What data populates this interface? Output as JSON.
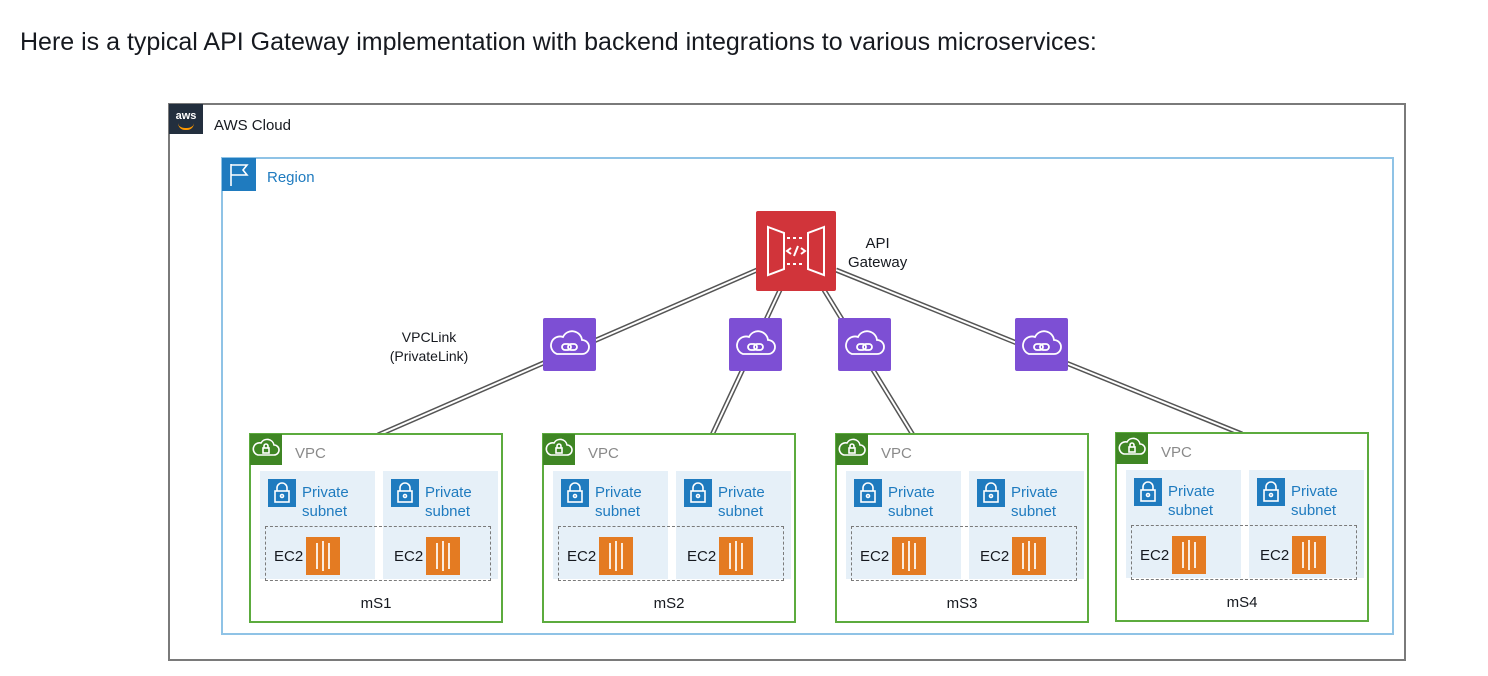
{
  "intro_text": "Here is a typical API Gateway implementation with backend integrations to various microservices:",
  "diagram": {
    "cloud_label": "AWS Cloud",
    "aws_logo_text": "aws",
    "region_label": "Region",
    "api_gateway_label_line1": "API",
    "api_gateway_label_line2": "Gateway",
    "vpclink_label_line1": "VPCLink",
    "vpclink_label_line2": "(PrivateLink)",
    "vpc_label": "VPC",
    "subnet_label_line1": "Private",
    "subnet_label_line2": "subnet",
    "ec2_label": "EC2",
    "microservices": [
      "mS1",
      "mS2",
      "mS3",
      "mS4"
    ],
    "colors": {
      "aws_dark": "#232f3e",
      "region_blue": "#1f7bbf",
      "api_gateway_red": "#d1343a",
      "vpclink_purple": "#7d4fd4",
      "vpc_green": "#3f8624",
      "ec2_orange": "#e47b22"
    },
    "icons": [
      "aws-logo-icon",
      "region-flag-icon",
      "api-gateway-icon",
      "vpclink-icon",
      "vpc-icon",
      "lock-icon",
      "ec2-icon"
    ]
  }
}
